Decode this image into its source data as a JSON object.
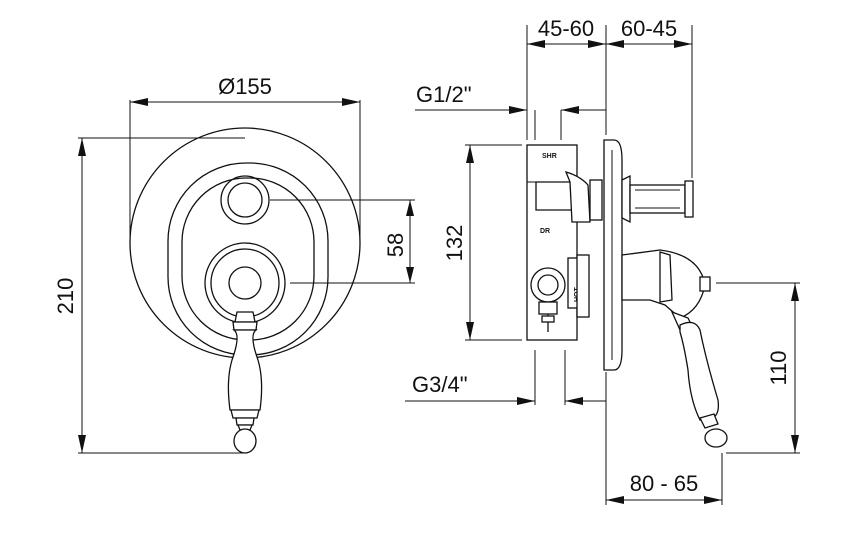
{
  "dimensions": {
    "diameter": "Ø155",
    "height_total": "210",
    "hole_spacing": "58",
    "body_height": "132",
    "depth_left": "45-60",
    "depth_right": "60-45",
    "inlet_top": "G1/2\"",
    "inlet_bottom": "G3/4\"",
    "lever_height": "110",
    "projection": "80 - 65"
  },
  "labels": {
    "shower": "SHR",
    "diverter": "DR",
    "hot": "HOT"
  }
}
